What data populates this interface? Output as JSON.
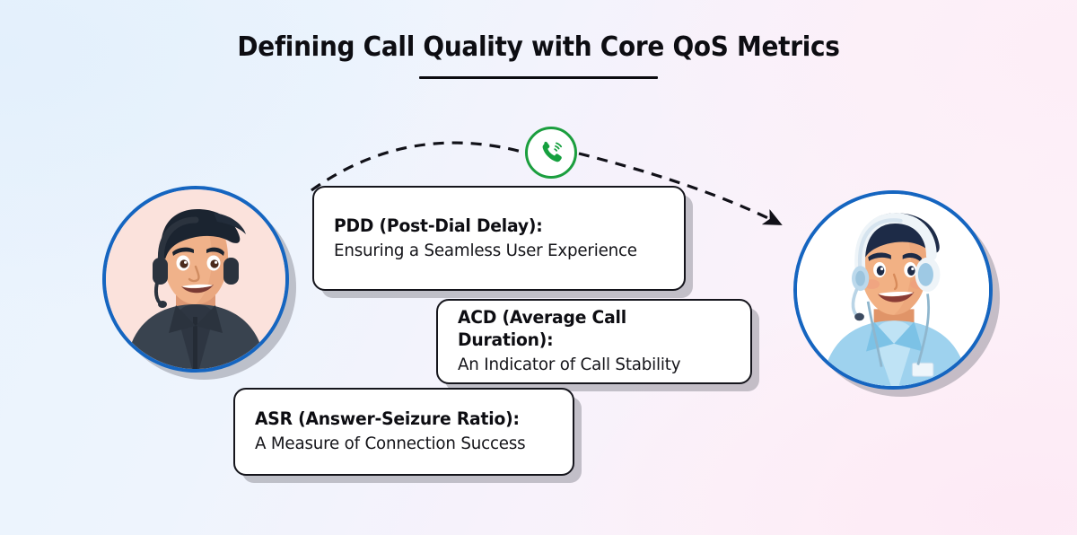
{
  "header": {
    "title": "Defining Call Quality with Core QoS Metrics"
  },
  "center_icon": {
    "name": "phone-call-icon",
    "color": "#1b9e3e"
  },
  "avatars": [
    {
      "name": "caller-avatar-left",
      "alt": "Smiling support agent wearing a dark headset",
      "border_color": "#1565c0"
    },
    {
      "name": "callee-avatar-right",
      "alt": "Smiling support agent wearing a light blue headset",
      "border_color": "#1565c0"
    }
  ],
  "connection": {
    "name": "dashed-call-flow-arrow",
    "style": "dashed",
    "color": "#111118",
    "direction": "left-to-right"
  },
  "cards": [
    {
      "id": "pdd",
      "title": "PDD (Post-Dial Delay):",
      "subtitle": "Ensuring a Seamless User Experience"
    },
    {
      "id": "acd",
      "title": "ACD (Average Call Duration):",
      "subtitle": "An Indicator of Call Stability"
    },
    {
      "id": "asr",
      "title": "ASR (Answer-Seizure Ratio):",
      "subtitle": "A Measure of Connection Success"
    }
  ],
  "theme": {
    "background_left": "#e9f3fd",
    "background_right": "#fdeff8",
    "text_color": "#0d0d12",
    "card_background": "#ffffff",
    "card_border": "#15151c",
    "shadow_color": "#80808a"
  }
}
